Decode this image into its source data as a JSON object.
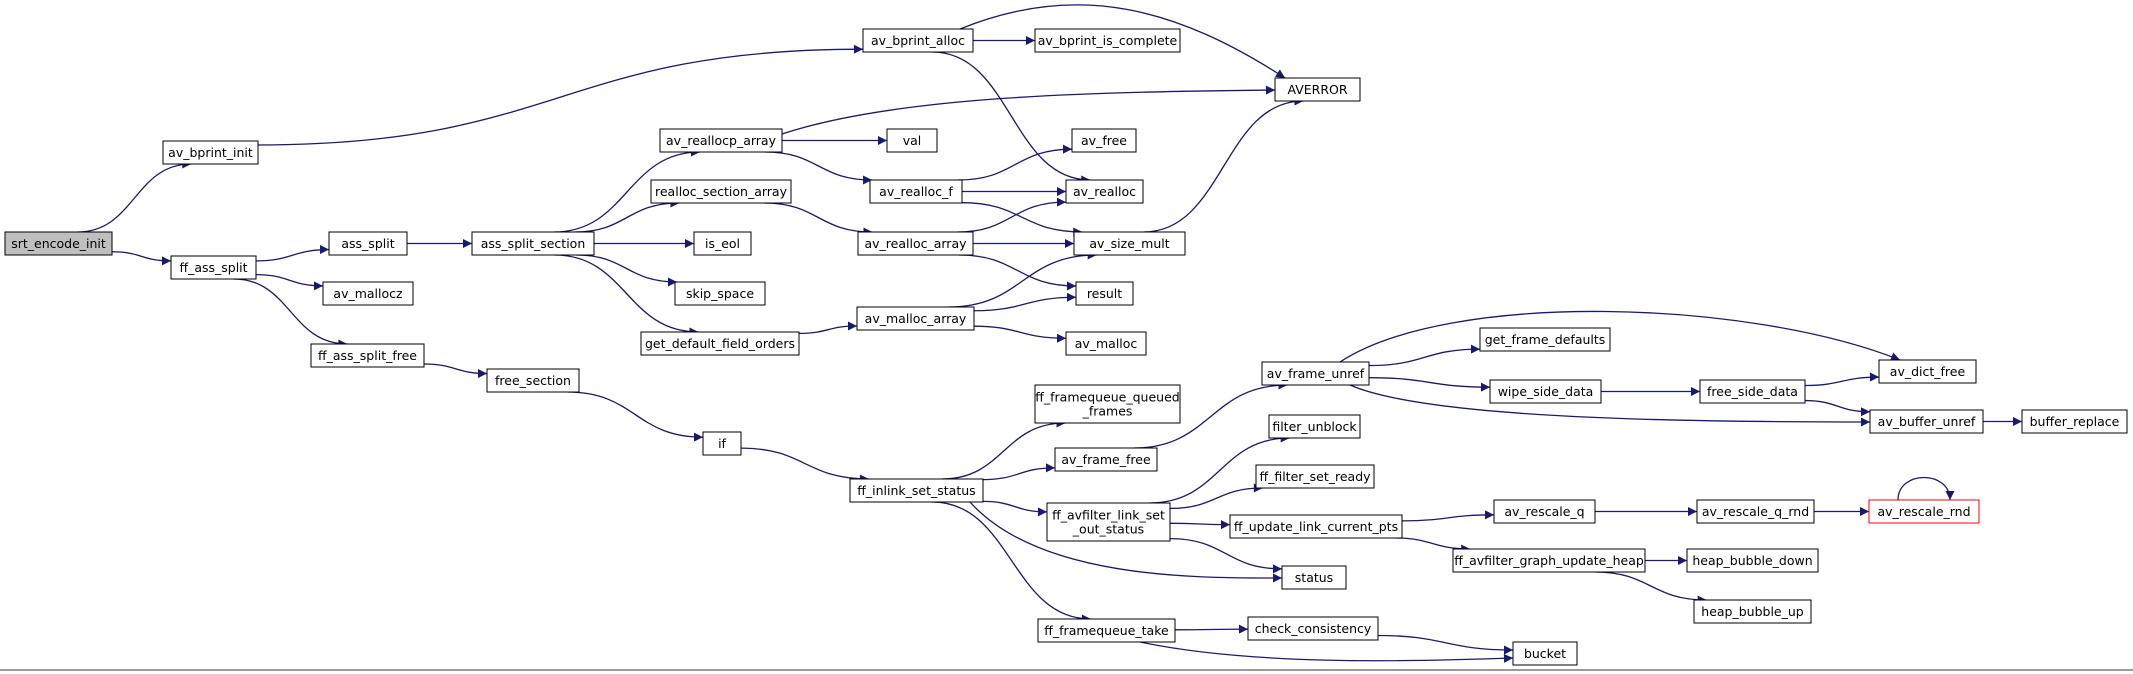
{
  "colors": {
    "edge": "#191970",
    "node_border": "#000000",
    "root_fill": "#bfbfbf",
    "warning_border": "#ff0000"
  },
  "nodes": [
    {
      "id": "srt_encode_init",
      "lines": [
        "srt_encode_init"
      ],
      "style": "root"
    },
    {
      "id": "av_bprint_init",
      "lines": [
        "av_bprint_init"
      ]
    },
    {
      "id": "ff_ass_split",
      "lines": [
        "ff_ass_split"
      ]
    },
    {
      "id": "av_bprint_alloc",
      "lines": [
        "av_bprint_alloc"
      ]
    },
    {
      "id": "av_bprint_is_complete",
      "lines": [
        "av_bprint_is_complete"
      ]
    },
    {
      "id": "AVERROR",
      "lines": [
        "AVERROR"
      ]
    },
    {
      "id": "ass_split",
      "lines": [
        "ass_split"
      ]
    },
    {
      "id": "av_mallocz",
      "lines": [
        "av_mallocz"
      ]
    },
    {
      "id": "ff_ass_split_free",
      "lines": [
        "ff_ass_split_free"
      ]
    },
    {
      "id": "ass_split_section",
      "lines": [
        "ass_split_section"
      ]
    },
    {
      "id": "free_section",
      "lines": [
        "free_section"
      ]
    },
    {
      "id": "av_reallocp_array",
      "lines": [
        "av_reallocp_array"
      ]
    },
    {
      "id": "realloc_section_array",
      "lines": [
        "realloc_section_array"
      ]
    },
    {
      "id": "is_eol",
      "lines": [
        "is_eol"
      ]
    },
    {
      "id": "skip_space",
      "lines": [
        "skip_space"
      ]
    },
    {
      "id": "get_default_field_orders",
      "lines": [
        "get_default_field_orders"
      ]
    },
    {
      "id": "val",
      "lines": [
        "val"
      ]
    },
    {
      "id": "av_realloc_f",
      "lines": [
        "av_realloc_f"
      ]
    },
    {
      "id": "av_realloc_array",
      "lines": [
        "av_realloc_array"
      ]
    },
    {
      "id": "av_malloc_array",
      "lines": [
        "av_malloc_array"
      ]
    },
    {
      "id": "av_free",
      "lines": [
        "av_free"
      ]
    },
    {
      "id": "av_realloc",
      "lines": [
        "av_realloc"
      ]
    },
    {
      "id": "av_size_mult",
      "lines": [
        "av_size_mult"
      ]
    },
    {
      "id": "result",
      "lines": [
        "result"
      ]
    },
    {
      "id": "av_malloc",
      "lines": [
        "av_malloc"
      ]
    },
    {
      "id": "if",
      "lines": [
        "if"
      ]
    },
    {
      "id": "ff_inlink_set_status",
      "lines": [
        "ff_inlink_set_status"
      ]
    },
    {
      "id": "ff_framequeue_queued_frames",
      "lines": [
        "ff_framequeue_queued",
        "_frames"
      ]
    },
    {
      "id": "av_frame_free",
      "lines": [
        "av_frame_free"
      ]
    },
    {
      "id": "ff_avfilter_link_set_out_status",
      "lines": [
        "ff_avfilter_link_set",
        "_out_status"
      ]
    },
    {
      "id": "ff_framequeue_take",
      "lines": [
        "ff_framequeue_take"
      ]
    },
    {
      "id": "av_frame_unref",
      "lines": [
        "av_frame_unref"
      ]
    },
    {
      "id": "filter_unblock",
      "lines": [
        "filter_unblock"
      ]
    },
    {
      "id": "ff_filter_set_ready",
      "lines": [
        "ff_filter_set_ready"
      ]
    },
    {
      "id": "ff_update_link_current_pts",
      "lines": [
        "ff_update_link_current_pts"
      ]
    },
    {
      "id": "status",
      "lines": [
        "status"
      ]
    },
    {
      "id": "check_consistency",
      "lines": [
        "check_consistency"
      ]
    },
    {
      "id": "bucket",
      "lines": [
        "bucket"
      ]
    },
    {
      "id": "get_frame_defaults",
      "lines": [
        "get_frame_defaults"
      ]
    },
    {
      "id": "wipe_side_data",
      "lines": [
        "wipe_side_data"
      ]
    },
    {
      "id": "free_side_data",
      "lines": [
        "free_side_data"
      ]
    },
    {
      "id": "av_dict_free",
      "lines": [
        "av_dict_free"
      ]
    },
    {
      "id": "av_buffer_unref",
      "lines": [
        "av_buffer_unref"
      ]
    },
    {
      "id": "buffer_replace",
      "lines": [
        "buffer_replace"
      ]
    },
    {
      "id": "av_rescale_q",
      "lines": [
        "av_rescale_q"
      ]
    },
    {
      "id": "av_rescale_q_rnd",
      "lines": [
        "av_rescale_q_rnd"
      ]
    },
    {
      "id": "av_rescale_rnd",
      "lines": [
        "av_rescale_rnd"
      ],
      "style": "red"
    },
    {
      "id": "ff_avfilter_graph_update_heap",
      "lines": [
        "ff_avfilter_graph_update_heap"
      ]
    },
    {
      "id": "heap_bubble_down",
      "lines": [
        "heap_bubble_down"
      ]
    },
    {
      "id": "heap_bubble_up",
      "lines": [
        "heap_bubble_up"
      ]
    }
  ],
  "edges": [
    [
      "srt_encode_init",
      "av_bprint_init"
    ],
    [
      "srt_encode_init",
      "ff_ass_split"
    ],
    [
      "av_bprint_init",
      "av_bprint_alloc"
    ],
    [
      "av_bprint_alloc",
      "av_bprint_is_complete"
    ],
    [
      "av_bprint_alloc",
      "AVERROR"
    ],
    [
      "av_bprint_alloc",
      "av_realloc"
    ],
    [
      "ff_ass_split",
      "ass_split"
    ],
    [
      "ff_ass_split",
      "av_mallocz"
    ],
    [
      "ff_ass_split",
      "ff_ass_split_free"
    ],
    [
      "ass_split",
      "ass_split_section"
    ],
    [
      "ff_ass_split_free",
      "free_section"
    ],
    [
      "ass_split_section",
      "av_reallocp_array"
    ],
    [
      "ass_split_section",
      "realloc_section_array"
    ],
    [
      "ass_split_section",
      "is_eol"
    ],
    [
      "ass_split_section",
      "skip_space"
    ],
    [
      "ass_split_section",
      "get_default_field_orders"
    ],
    [
      "av_reallocp_array",
      "AVERROR"
    ],
    [
      "av_reallocp_array",
      "val"
    ],
    [
      "av_reallocp_array",
      "av_realloc_f"
    ],
    [
      "realloc_section_array",
      "av_realloc_array"
    ],
    [
      "get_default_field_orders",
      "av_malloc_array"
    ],
    [
      "av_realloc_f",
      "av_free"
    ],
    [
      "av_realloc_f",
      "av_realloc"
    ],
    [
      "av_realloc_f",
      "av_size_mult"
    ],
    [
      "av_realloc_array",
      "av_realloc"
    ],
    [
      "av_realloc_array",
      "av_size_mult"
    ],
    [
      "av_realloc_array",
      "result"
    ],
    [
      "av_malloc_array",
      "av_size_mult"
    ],
    [
      "av_malloc_array",
      "result"
    ],
    [
      "av_malloc_array",
      "av_malloc"
    ],
    [
      "av_size_mult",
      "AVERROR"
    ],
    [
      "free_section",
      "if"
    ],
    [
      "if",
      "ff_inlink_set_status"
    ],
    [
      "ff_inlink_set_status",
      "ff_framequeue_queued_frames"
    ],
    [
      "ff_inlink_set_status",
      "av_frame_free"
    ],
    [
      "ff_inlink_set_status",
      "ff_avfilter_link_set_out_status"
    ],
    [
      "ff_inlink_set_status",
      "status"
    ],
    [
      "ff_inlink_set_status",
      "ff_framequeue_take"
    ],
    [
      "av_frame_free",
      "av_frame_unref"
    ],
    [
      "av_frame_unref",
      "av_dict_free"
    ],
    [
      "av_frame_unref",
      "get_frame_defaults"
    ],
    [
      "av_frame_unref",
      "wipe_side_data"
    ],
    [
      "av_frame_unref",
      "av_buffer_unref"
    ],
    [
      "wipe_side_data",
      "free_side_data"
    ],
    [
      "free_side_data",
      "av_dict_free"
    ],
    [
      "free_side_data",
      "av_buffer_unref"
    ],
    [
      "av_buffer_unref",
      "buffer_replace"
    ],
    [
      "ff_avfilter_link_set_out_status",
      "filter_unblock"
    ],
    [
      "ff_avfilter_link_set_out_status",
      "ff_filter_set_ready"
    ],
    [
      "ff_avfilter_link_set_out_status",
      "ff_update_link_current_pts"
    ],
    [
      "ff_avfilter_link_set_out_status",
      "status"
    ],
    [
      "ff_update_link_current_pts",
      "av_rescale_q"
    ],
    [
      "ff_update_link_current_pts",
      "ff_avfilter_graph_update_heap"
    ],
    [
      "av_rescale_q",
      "av_rescale_q_rnd"
    ],
    [
      "av_rescale_q_rnd",
      "av_rescale_rnd"
    ],
    [
      "av_rescale_rnd",
      "av_rescale_rnd"
    ],
    [
      "ff_avfilter_graph_update_heap",
      "heap_bubble_down"
    ],
    [
      "ff_avfilter_graph_update_heap",
      "heap_bubble_up"
    ],
    [
      "ff_framequeue_take",
      "check_consistency"
    ],
    [
      "ff_framequeue_take",
      "bucket"
    ],
    [
      "check_consistency",
      "bucket"
    ]
  ]
}
